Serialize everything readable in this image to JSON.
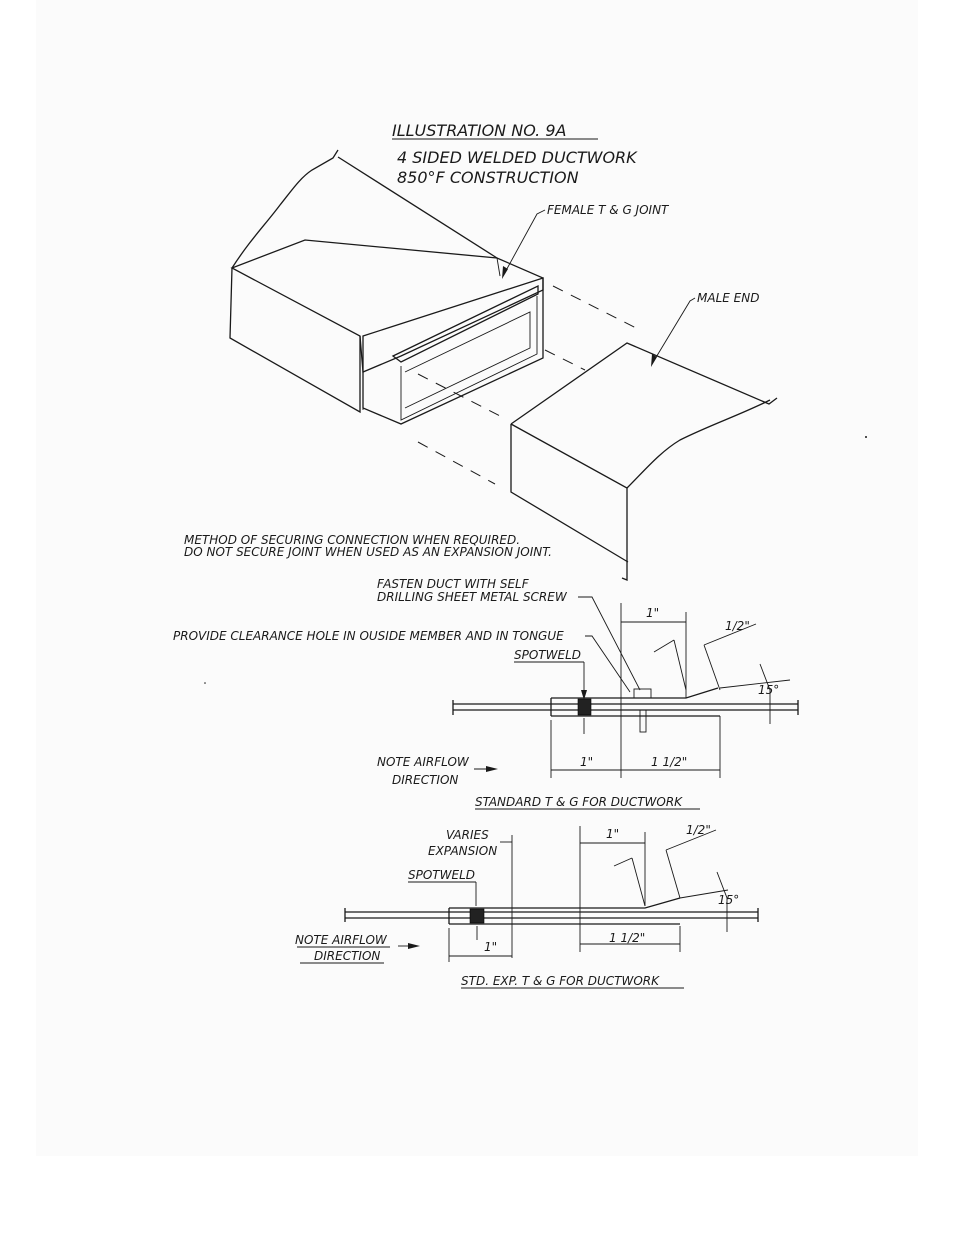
{
  "title": {
    "illustration": "ILLUSTRATION NO. 9A",
    "line1": "4 SIDED WELDED DUCTWORK",
    "line2": "850°F CONSTRUCTION"
  },
  "iso": {
    "female_label": "FEMALE T & G JOINT",
    "male_label": "MALE END"
  },
  "notes": {
    "line1": "METHOD OF SECURING CONNECTION WHEN REQUIRED.",
    "line2": "DO NOT SECURE JOINT WHEN USED AS AN EXPANSION JOINT."
  },
  "standard": {
    "fasten_1": "FASTEN DUCT WITH SELF",
    "fasten_2": "DRILLING SHEET METAL SCREW",
    "clearance": "PROVIDE CLEARANCE HOLE IN OUSIDE MEMBER AND IN TONGUE",
    "spotweld": "SPOTWELD",
    "dim_1in_top": "1\"",
    "dim_half": "1/2\"",
    "dim_15": "15°",
    "dim_1in_bottom": "1\"",
    "dim_1half": "1 1/2\"",
    "airflow_1": "NOTE AIRFLOW",
    "airflow_2": "DIRECTION",
    "caption": "STANDARD T & G FOR DUCTWORK"
  },
  "expansion": {
    "varies": "VARIES",
    "expansion": "EXPANSION",
    "spotweld": "SPOTWELD",
    "dim_1in_top": "1\"",
    "dim_half": "1/2\"",
    "dim_15": "15°",
    "dim_1in_bottom": "1\"",
    "dim_1half": "1 1/2\"",
    "airflow_1": "NOTE AIRFLOW",
    "airflow_2": "DIRECTION",
    "caption": "STD. EXP. T & G FOR DUCTWORK"
  }
}
